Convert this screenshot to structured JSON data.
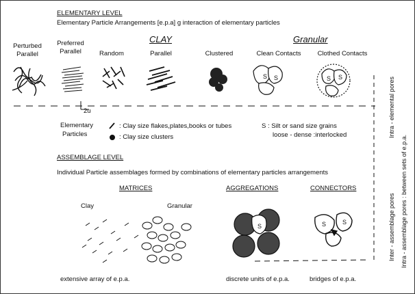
{
  "elementary": {
    "heading": "ELEMENTARY LEVEL",
    "subheading": "Elementary Particle Arrangements [e.p.a]  g interaction of elementary particles",
    "group_clay": "CLAY",
    "group_granular": "Granular",
    "types": {
      "perturbed_parallel": [
        "Perturbed",
        "Parallel"
      ],
      "preferred_parallel": [
        "Preferred",
        "Parallel"
      ],
      "random": "Random",
      "parallel": "Parallel",
      "clustered": "Clustered",
      "clean_contacts": "Clean Contacts",
      "clothed_contacts": "Clothed Contacts"
    },
    "scale": "2u",
    "legend": {
      "label": [
        "Elementary",
        "Particles"
      ],
      "clay_flakes": ": Clay size flakes,plates,books or tubes",
      "clay_clusters": ": Clay size clusters",
      "silt": "S : Silt or sand size grains",
      "silt_2": "loose - dense :interlocked"
    },
    "grain_letter": "S"
  },
  "assemblage": {
    "heading": "ASSEMBLAGE LEVEL",
    "subheading": "Individual Particle assemblages formed by combinations of elementary particles arrangements",
    "matrices": "MATRICES",
    "aggregations": "AGGREGATIONS",
    "connectors": "CONNECTORS",
    "clay": "Clay",
    "granular": "Granular",
    "matrices_caption": "extensive array of e.p.a.",
    "aggregations_caption": "discrete units of e.p.a.",
    "connectors_caption": "bridges of e.p.a."
  },
  "side_labels": {
    "intra_elemental": "Intra - elemental pores",
    "intra_assemblage": "Intra - assemblage pores : between sets of e.p.a.",
    "inter_assemblage": "Inter - assemblage pores"
  }
}
